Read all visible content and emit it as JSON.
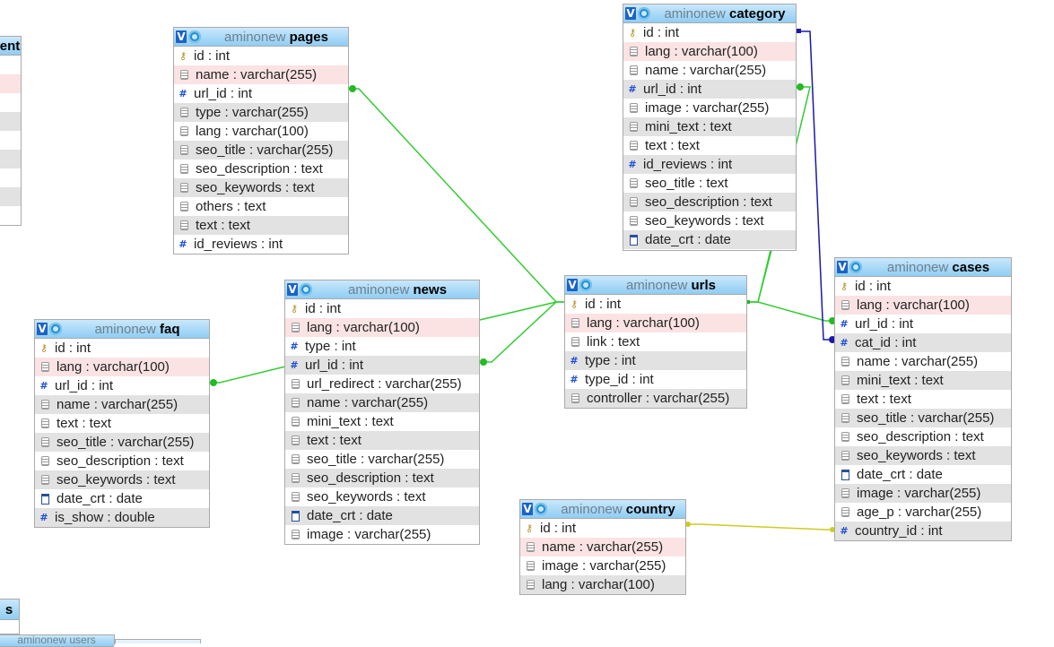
{
  "tables": {
    "pages": {
      "db": "aminonew",
      "name": "pages",
      "columns": [
        {
          "text": "id : int",
          "icon": "key-icon"
        },
        {
          "text": "name : varchar(255)",
          "icon": "string-icon"
        },
        {
          "text": "url_id : int",
          "icon": "numeric-icon"
        },
        {
          "text": "type : varchar(255)",
          "icon": "string-icon"
        },
        {
          "text": "lang : varchar(100)",
          "icon": "string-icon"
        },
        {
          "text": "seo_title : varchar(255)",
          "icon": "string-icon"
        },
        {
          "text": "seo_description : text",
          "icon": "string-icon"
        },
        {
          "text": "seo_keywords : text",
          "icon": "string-icon"
        },
        {
          "text": "others : text",
          "icon": "string-icon"
        },
        {
          "text": "text : text",
          "icon": "string-icon"
        },
        {
          "text": "id_reviews : int",
          "icon": "numeric-icon"
        }
      ]
    },
    "category": {
      "db": "aminonew",
      "name": "category",
      "columns": [
        {
          "text": "id : int",
          "icon": "key-icon"
        },
        {
          "text": "lang : varchar(100)",
          "icon": "string-icon"
        },
        {
          "text": "name : varchar(255)",
          "icon": "string-icon"
        },
        {
          "text": "url_id : int",
          "icon": "numeric-icon"
        },
        {
          "text": "image : varchar(255)",
          "icon": "string-icon"
        },
        {
          "text": "mini_text : text",
          "icon": "string-icon"
        },
        {
          "text": "text : text",
          "icon": "string-icon"
        },
        {
          "text": "id_reviews : int",
          "icon": "numeric-icon"
        },
        {
          "text": "seo_title : text",
          "icon": "string-icon"
        },
        {
          "text": "seo_description : text",
          "icon": "string-icon"
        },
        {
          "text": "seo_keywords : text",
          "icon": "string-icon"
        },
        {
          "text": "date_crt : date",
          "icon": "date-icon"
        }
      ]
    },
    "faq": {
      "db": "aminonew",
      "name": "faq",
      "columns": [
        {
          "text": "id : int",
          "icon": "key-icon"
        },
        {
          "text": "lang : varchar(100)",
          "icon": "string-icon"
        },
        {
          "text": "url_id : int",
          "icon": "numeric-icon"
        },
        {
          "text": "name : varchar(255)",
          "icon": "string-icon"
        },
        {
          "text": "text : text",
          "icon": "string-icon"
        },
        {
          "text": "seo_title : varchar(255)",
          "icon": "string-icon"
        },
        {
          "text": "seo_description : text",
          "icon": "string-icon"
        },
        {
          "text": "seo_keywords : text",
          "icon": "string-icon"
        },
        {
          "text": "date_crt : date",
          "icon": "date-icon"
        },
        {
          "text": "is_show : double",
          "icon": "numeric-icon"
        }
      ]
    },
    "news": {
      "db": "aminonew",
      "name": "news",
      "columns": [
        {
          "text": "id : int",
          "icon": "key-icon"
        },
        {
          "text": "lang : varchar(100)",
          "icon": "string-icon"
        },
        {
          "text": "type : int",
          "icon": "numeric-icon"
        },
        {
          "text": "url_id : int",
          "icon": "numeric-icon"
        },
        {
          "text": "url_redirect : varchar(255)",
          "icon": "string-icon"
        },
        {
          "text": "name : varchar(255)",
          "icon": "string-icon"
        },
        {
          "text": "mini_text : text",
          "icon": "string-icon"
        },
        {
          "text": "text : text",
          "icon": "string-icon"
        },
        {
          "text": "seo_title : varchar(255)",
          "icon": "string-icon"
        },
        {
          "text": "seo_description : text",
          "icon": "string-icon"
        },
        {
          "text": "seo_keywords : text",
          "icon": "string-icon"
        },
        {
          "text": "date_crt : date",
          "icon": "date-icon"
        },
        {
          "text": "image : varchar(255)",
          "icon": "string-icon"
        }
      ]
    },
    "urls": {
      "db": "aminonew",
      "name": "urls",
      "columns": [
        {
          "text": "id : int",
          "icon": "key-icon"
        },
        {
          "text": "lang : varchar(100)",
          "icon": "string-icon"
        },
        {
          "text": "link : text",
          "icon": "string-icon"
        },
        {
          "text": "type : int",
          "icon": "numeric-icon"
        },
        {
          "text": "type_id : int",
          "icon": "numeric-icon"
        },
        {
          "text": "controller : varchar(255)",
          "icon": "string-icon"
        }
      ]
    },
    "cases": {
      "db": "aminonew",
      "name": "cases",
      "columns": [
        {
          "text": "id : int",
          "icon": "key-icon"
        },
        {
          "text": "lang : varchar(100)",
          "icon": "string-icon"
        },
        {
          "text": "url_id : int",
          "icon": "numeric-icon"
        },
        {
          "text": "cat_id : int",
          "icon": "numeric-icon"
        },
        {
          "text": "name : varchar(255)",
          "icon": "string-icon"
        },
        {
          "text": "mini_text : text",
          "icon": "string-icon"
        },
        {
          "text": "text : text",
          "icon": "string-icon"
        },
        {
          "text": "seo_title : varchar(255)",
          "icon": "string-icon"
        },
        {
          "text": "seo_description : text",
          "icon": "string-icon"
        },
        {
          "text": "seo_keywords : text",
          "icon": "string-icon"
        },
        {
          "text": "date_crt : date",
          "icon": "date-icon"
        },
        {
          "text": "image : varchar(255)",
          "icon": "string-icon"
        },
        {
          "text": "age_p : varchar(255)",
          "icon": "string-icon"
        },
        {
          "text": "country_id : int",
          "icon": "numeric-icon"
        }
      ]
    },
    "country": {
      "db": "aminonew",
      "name": "country",
      "columns": [
        {
          "text": "id : int",
          "icon": "key-icon"
        },
        {
          "text": "name : varchar(255)",
          "icon": "string-icon"
        },
        {
          "text": "image : varchar(255)",
          "icon": "string-icon"
        },
        {
          "text": "lang : varchar(100)",
          "icon": "string-icon"
        }
      ]
    },
    "partial_left": {
      "name_fragment": "ent"
    },
    "partial_bottom": {
      "name_fragment": "s",
      "caption_fragment": "aminonew users"
    }
  },
  "header_toggle_symbol": "V",
  "relation_colors": {
    "to_urls": "#33cc33",
    "cases_category": "#1a1aaa",
    "cases_country": "#cccc22"
  },
  "relations": [
    {
      "from": "pages.url_id",
      "to": "urls.id",
      "color": "green"
    },
    {
      "from": "news.url_id",
      "to": "urls.id",
      "color": "green"
    },
    {
      "from": "faq.url_id",
      "to": "urls.id",
      "color": "green"
    },
    {
      "from": "category.url_id",
      "to": "urls.id",
      "color": "green"
    },
    {
      "from": "cases.url_id",
      "to": "urls.id",
      "color": "green"
    },
    {
      "from": "cases.cat_id",
      "to": "category.id",
      "color": "blue"
    },
    {
      "from": "cases.country_id",
      "to": "country.id",
      "color": "yellow"
    }
  ]
}
